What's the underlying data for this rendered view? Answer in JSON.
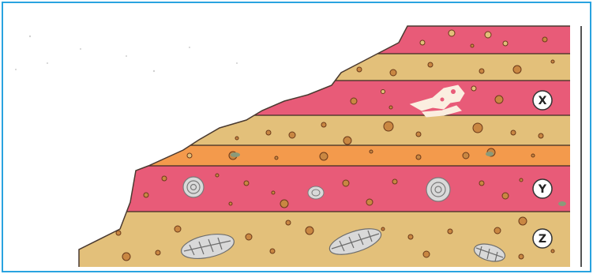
{
  "labels": {
    "x": "X",
    "y": "Y",
    "z": "Z"
  },
  "colors": {
    "frame_border": "#29a3e0",
    "sand": "#e3c07a",
    "pink": "#e85b78",
    "orange": "#f39a4c",
    "pebble": "#c98742",
    "pebble_outline": "#6b3a1a",
    "fossil_fill": "#d9d9d9",
    "fossil_stroke": "#7a7a7a",
    "dino_bone": "#fbeee0",
    "cliff_line": "#555555"
  },
  "icons": {
    "dinosaur": "dinosaur-skull-fossil-icon",
    "ammonite": "ammonite-fossil-icon",
    "trilobite": "trilobite-fossil-icon"
  }
}
